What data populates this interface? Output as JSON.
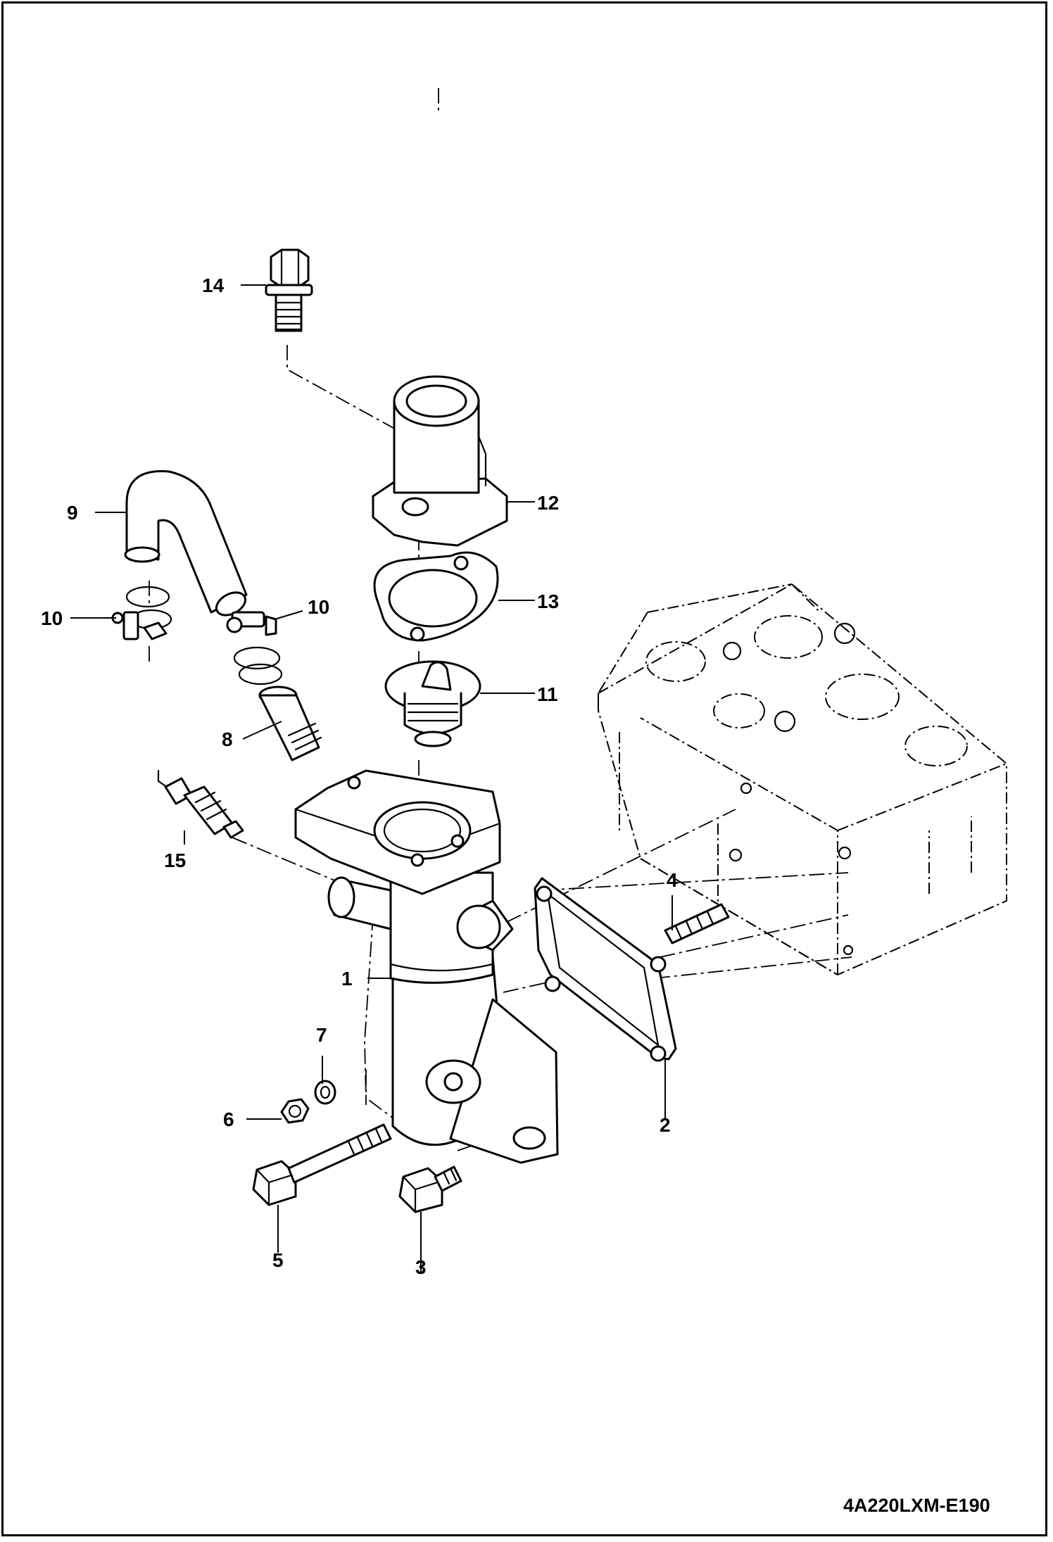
{
  "figure": {
    "drawing_code": "4A220LXM-E190",
    "callouts": [
      "1",
      "2",
      "3",
      "4",
      "5",
      "6",
      "7",
      "8",
      "9",
      "10",
      "10",
      "11",
      "12",
      "13",
      "14",
      "15"
    ]
  }
}
